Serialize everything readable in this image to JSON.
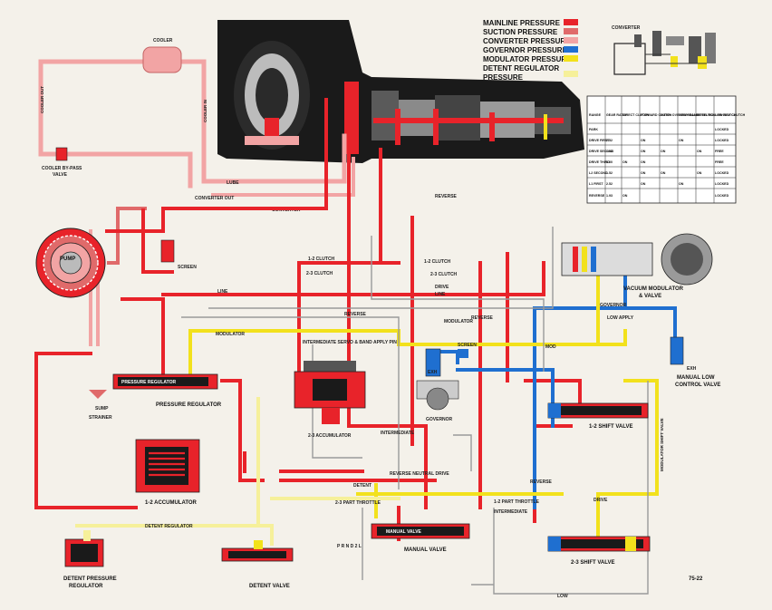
{
  "legend": {
    "items": [
      {
        "label": "MAINLINE PRESSURE",
        "color": "#e8232a"
      },
      {
        "label": "SUCTION PRESSURE",
        "color": "#e06a6a"
      },
      {
        "label": "CONVERTER PRESSURE",
        "color": "#f2a4a4"
      },
      {
        "label": "GOVERNOR PRESSURE",
        "color": "#1f6fd0"
      },
      {
        "label": "MODULATOR PRESSURE",
        "color": "#f2e11c"
      },
      {
        "label": "DETENT REGULATOR",
        "color": "#f6f09a"
      }
    ],
    "continuation": "PRESSURE"
  },
  "inset_title": "CONVERTER",
  "components": {
    "cooler": "COOLER",
    "cooler_bypass": "COOLER BY-PASS",
    "cooler_bypass_2": "VALVE",
    "pump": "PUMP",
    "screen": "SCREEN",
    "pressure_regulator": "PRESSURE REGULATOR",
    "pressure_regulator_inner": "PRESSURE REGULATOR",
    "sump": "SUMP",
    "strainer": "STRAINER",
    "accumulator_12": "1-2 ACCUMULATOR",
    "intermediate_servo": "INTERMEDIATE SERVO & BAND APPLY PIN",
    "accumulator_23": "2-3 ACCUMULATOR",
    "governor": "GOVERNOR",
    "screen_2": "SCREEN",
    "vacuum_modulator": "VACUUM MODULATOR",
    "vacuum_modulator_2": "& VALVE",
    "manual_low_control": "MANUAL LOW",
    "manual_low_control_2": "CONTROL VALVE",
    "shift_12": "1-2 SHIFT VALVE",
    "shift_23": "2-3 SHIFT VALVE",
    "manual_valve": "MANUAL VALVE",
    "manual_valve_inner": "MANUAL VALVE",
    "detent_pressure_reg": "DETENT PRESSURE",
    "detent_pressure_reg_2": "REGULATOR",
    "detent_valve": "DETENT VALVE",
    "selector": "P R N D 2 L",
    "page_number": "75-22"
  },
  "line_labels": {
    "cooler_out": "COOLER OUT",
    "cooler_in": "COOLER IN",
    "converter_out": "CONVERTER OUT",
    "converter": "CONVERTER",
    "lube": "LUBE",
    "reverse": "REVERSE",
    "clutch_12": "1-2 CLUTCH",
    "clutch_23": "2-3 CLUTCH",
    "drive": "DRIVE",
    "modulator": "MODULATOR",
    "governor": "GOVERNOR",
    "low_apply": "LOW APPLY",
    "detent_regulator": "DETENT REGULATOR",
    "detent": "DETENT",
    "reverse_neutral_drive": "REVERSE NEUTRAL DRIVE",
    "part_throttle_23": "2-3 PART THROTTLE",
    "part_throttle_12": "1-2 PART THROTTLE",
    "intermediate": "INTERMEDIATE",
    "low": "LOW",
    "line": "LINE",
    "mod": "MOD",
    "exh": "EXH",
    "modulator_shift_valve": "MODULATOR SHIFT VALVE"
  },
  "shift_table": {
    "headers": [
      "RANGE",
      "GEAR RATIO",
      "DIRECT CLUTCH",
      "FORWARD CLUTCH",
      "INTER. OVERRUN BAND",
      "LOW ROLLER CLUTCH",
      "INTER. ROLLER CLUTCH",
      "LOW REV. CLUTCH"
    ],
    "rows": [
      [
        "PARK",
        "",
        "",
        "",
        "",
        "",
        "",
        "LOCKED"
      ],
      [
        "DRIVE FIRST",
        "2.52",
        "",
        "ON",
        "",
        "ON",
        "",
        "LOCKED"
      ],
      [
        "DRIVE SECOND",
        "1.52",
        "",
        "ON",
        "ON",
        "",
        "ON",
        "FREE"
      ],
      [
        "DRIVE THIRD",
        "1.00",
        "ON",
        "ON",
        "",
        "",
        "",
        "FREE"
      ],
      [
        "L2 SECOND",
        "1.52",
        "",
        "ON",
        "ON",
        "",
        "ON",
        "LOCKED"
      ],
      [
        "L1 FIRST",
        "2.52",
        "",
        "ON",
        "",
        "ON",
        "",
        "LOCKED"
      ],
      [
        "REVERSE",
        "1.93",
        "ON",
        "",
        "",
        "",
        "",
        "LOCKED"
      ]
    ]
  }
}
